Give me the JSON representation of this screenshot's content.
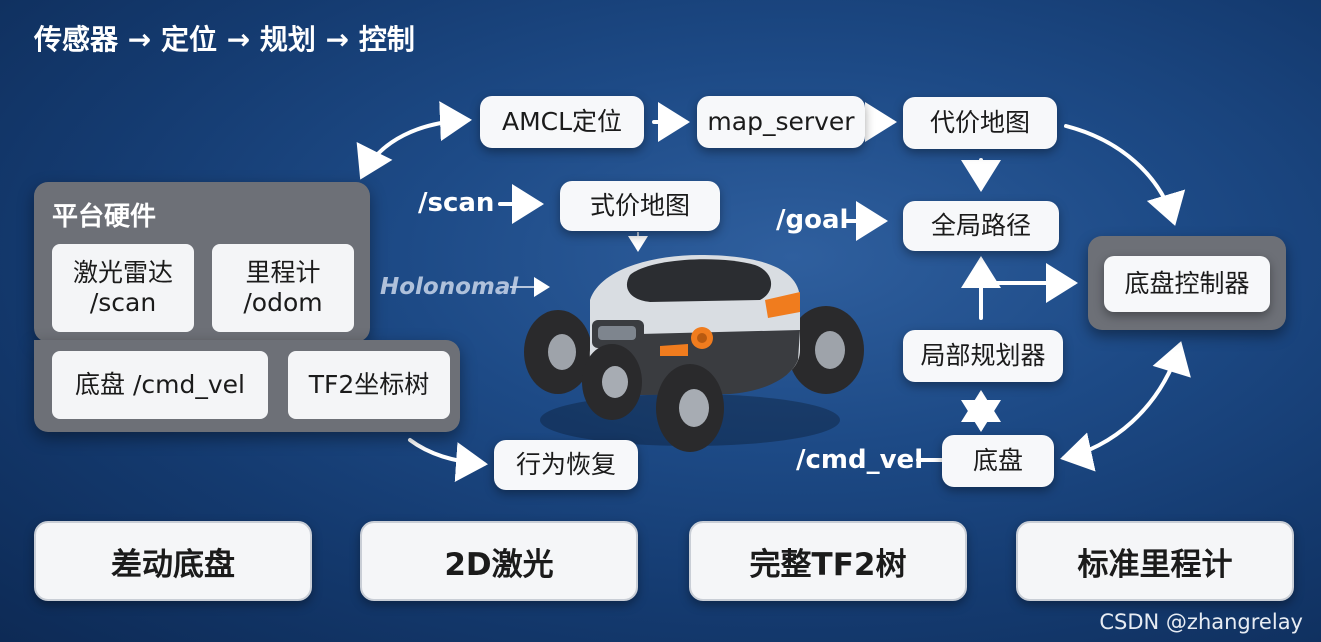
{
  "title": "传感器 → 定位 → 规划 → 控制",
  "nodes": {
    "amcl": "AMCL定位",
    "map_server": "map_server",
    "costmap_top": "代价地图",
    "costmap_mid": "式价地图",
    "global_path": "全局路径",
    "chassis_controller": "底盘控制器",
    "local_planner": "局部规划器",
    "chassis": "底盘",
    "recovery": "行为恢复"
  },
  "labels": {
    "scan": "/scan",
    "goal": "/goal",
    "cmd_vel": "/cmd_vel",
    "holonomic": "Holonomal"
  },
  "hardware": {
    "title": "平台硬件",
    "lidar_line1": "激光雷达",
    "lidar_line2": "/scan",
    "odom_line1": "里程计",
    "odom_line2": "/odom",
    "chassis_cmd": "底盘 /cmd_vel",
    "tf2_tree": "TF2坐标树"
  },
  "features": [
    "差动底盘",
    "2D激光",
    "完整TF2树",
    "标准里程计"
  ],
  "watermark": "CSDN @zhangrelay"
}
